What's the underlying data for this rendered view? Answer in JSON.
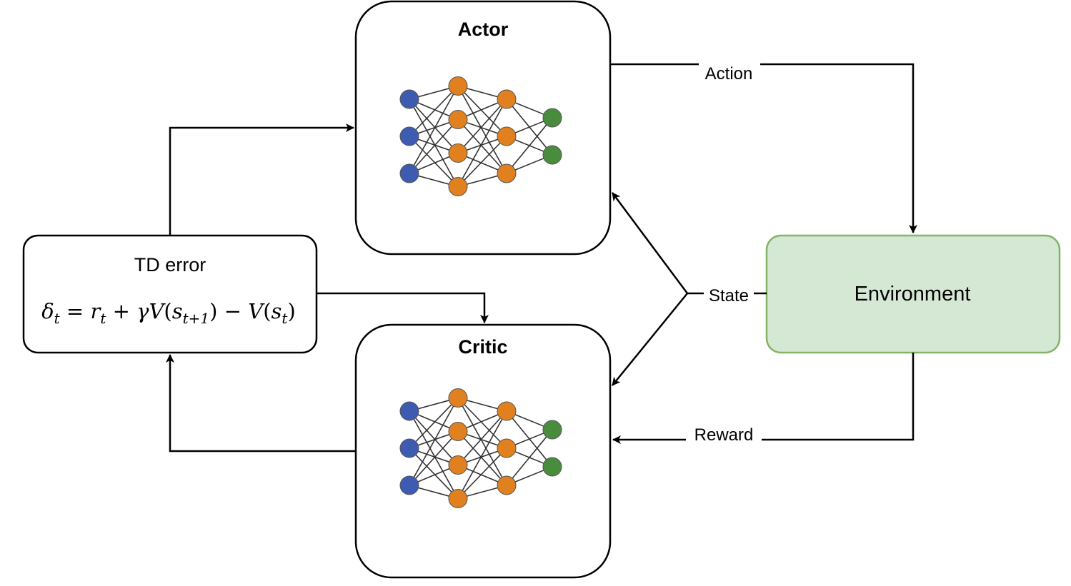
{
  "boxes": {
    "actor": {
      "label": "Actor"
    },
    "critic": {
      "label": "Critic"
    },
    "environment": {
      "label": "Environment"
    },
    "td_error": {
      "title": "TD error",
      "formula": "δt = rt + γV(st+1) − V(st)"
    }
  },
  "edges": {
    "action": "Action",
    "state": "State",
    "reward": "Reward"
  },
  "colors": {
    "stroke": "#000000",
    "env_fill": "#d5e8d4",
    "env_stroke": "#82b366",
    "node_input": "#3d5bb1",
    "node_hidden": "#e0801e",
    "node_output": "#4a8c3e",
    "node_edge": "#333333"
  },
  "neural_net": {
    "layers": [
      3,
      4,
      3,
      2
    ]
  }
}
